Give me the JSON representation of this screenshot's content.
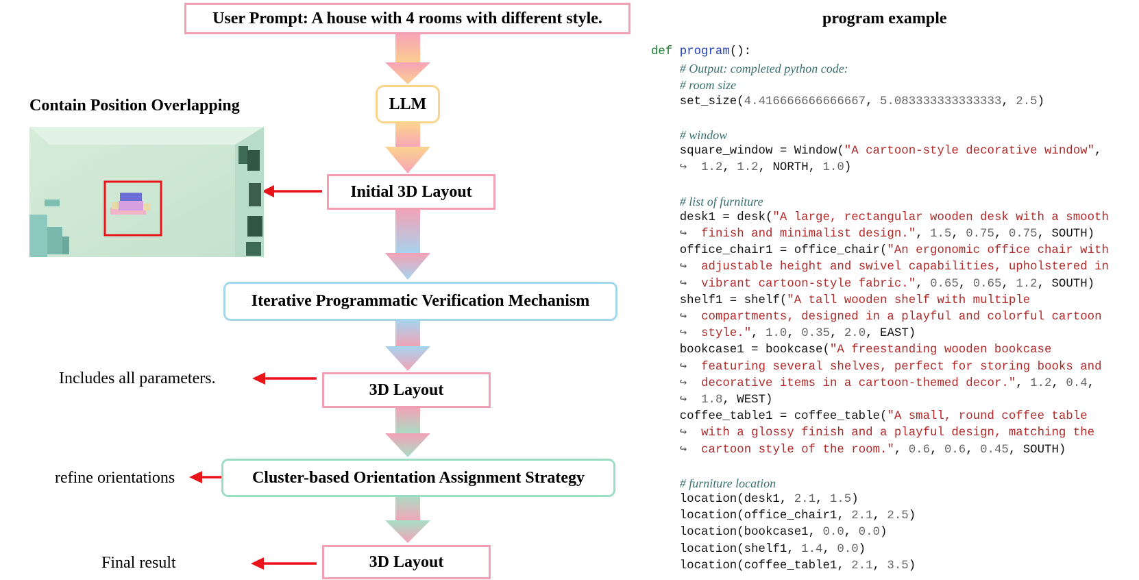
{
  "diagram": {
    "prompt_box": "User Prompt: A house with 4 rooms with different style.",
    "llm_box": "LLM",
    "initial_layout_box": "Initial 3D Layout",
    "verification_box": "Iterative Programmatic Verification Mechanism",
    "layout_box_1": "3D Layout",
    "orientation_box": "Cluster-based Orientation Assignment Strategy",
    "layout_box_2": "3D Layout",
    "overlap_title": "Contain Position Overlapping",
    "note_parameters": "Includes all parameters.",
    "note_refine": "refine orientations",
    "note_final": "Final result",
    "colors": {
      "pink": "#f1a0b3",
      "orange": "#fcd38d",
      "blue": "#a4d6ec",
      "green": "#9dddc4",
      "red_arrow": "#e8141a",
      "highlight_box": "#e8141a"
    }
  },
  "code_panel": {
    "title": "program example",
    "lines": [
      [
        [
          "kw",
          "def "
        ],
        [
          "fn",
          "program"
        ],
        [
          "tx",
          "():"
        ]
      ],
      [
        [
          "tx",
          "    "
        ],
        [
          "cm",
          "# Output: completed python code:"
        ]
      ],
      [
        [
          "tx",
          "    "
        ],
        [
          "cm",
          "# room size"
        ]
      ],
      [
        [
          "tx",
          "    set_size("
        ],
        [
          "nu",
          "4.416666666666667"
        ],
        [
          "tx",
          ", "
        ],
        [
          "nu",
          "5.083333333333333"
        ],
        [
          "tx",
          ", "
        ],
        [
          "nu",
          "2.5"
        ],
        [
          "tx",
          ")"
        ]
      ],
      [
        [
          "tx",
          ""
        ]
      ],
      [
        [
          "tx",
          "    "
        ],
        [
          "cm",
          "# window"
        ]
      ],
      [
        [
          "tx",
          "    square_window = Window("
        ],
        [
          "st",
          "\"A cartoon-style decorative window\""
        ],
        [
          "tx",
          ","
        ]
      ],
      [
        [
          "cont",
          "    ↪  "
        ],
        [
          "nu",
          "1.2"
        ],
        [
          "tx",
          ", "
        ],
        [
          "nu",
          "1.2"
        ],
        [
          "tx",
          ", NORTH, "
        ],
        [
          "nu",
          "1.0"
        ],
        [
          "tx",
          ")"
        ]
      ],
      [
        [
          "tx",
          ""
        ]
      ],
      [
        [
          "tx",
          "    "
        ],
        [
          "cm",
          "# list of furniture"
        ]
      ],
      [
        [
          "tx",
          "    desk1 = desk("
        ],
        [
          "st",
          "\"A large, rectangular wooden desk with a smooth"
        ]
      ],
      [
        [
          "cont",
          "    ↪  "
        ],
        [
          "st",
          "finish and minimalist design.\""
        ],
        [
          "tx",
          ", "
        ],
        [
          "nu",
          "1.5"
        ],
        [
          "tx",
          ", "
        ],
        [
          "nu",
          "0.75"
        ],
        [
          "tx",
          ", "
        ],
        [
          "nu",
          "0.75"
        ],
        [
          "tx",
          ", SOUTH)"
        ]
      ],
      [
        [
          "tx",
          "    office_chair1 = office_chair("
        ],
        [
          "st",
          "\"An ergonomic office chair with"
        ]
      ],
      [
        [
          "cont",
          "    ↪  "
        ],
        [
          "st",
          "adjustable height and swivel capabilities, upholstered in"
        ]
      ],
      [
        [
          "cont",
          "    ↪  "
        ],
        [
          "st",
          "vibrant cartoon-style fabric.\""
        ],
        [
          "tx",
          ", "
        ],
        [
          "nu",
          "0.65"
        ],
        [
          "tx",
          ", "
        ],
        [
          "nu",
          "0.65"
        ],
        [
          "tx",
          ", "
        ],
        [
          "nu",
          "1.2"
        ],
        [
          "tx",
          ", SOUTH)"
        ]
      ],
      [
        [
          "tx",
          "    shelf1 = shelf("
        ],
        [
          "st",
          "\"A tall wooden shelf with multiple"
        ]
      ],
      [
        [
          "cont",
          "    ↪  "
        ],
        [
          "st",
          "compartments, designed in a playful and colorful cartoon"
        ]
      ],
      [
        [
          "cont",
          "    ↪  "
        ],
        [
          "st",
          "style.\""
        ],
        [
          "tx",
          ", "
        ],
        [
          "nu",
          "1.0"
        ],
        [
          "tx",
          ", "
        ],
        [
          "nu",
          "0.35"
        ],
        [
          "tx",
          ", "
        ],
        [
          "nu",
          "2.0"
        ],
        [
          "tx",
          ", EAST)"
        ]
      ],
      [
        [
          "tx",
          "    bookcase1 = bookcase("
        ],
        [
          "st",
          "\"A freestanding wooden bookcase"
        ]
      ],
      [
        [
          "cont",
          "    ↪  "
        ],
        [
          "st",
          "featuring several shelves, perfect for storing books and"
        ]
      ],
      [
        [
          "cont",
          "    ↪  "
        ],
        [
          "st",
          "decorative items in a cartoon-themed decor.\""
        ],
        [
          "tx",
          ", "
        ],
        [
          "nu",
          "1.2"
        ],
        [
          "tx",
          ", "
        ],
        [
          "nu",
          "0.4"
        ],
        [
          "tx",
          ","
        ]
      ],
      [
        [
          "cont",
          "    ↪  "
        ],
        [
          "nu",
          "1.8"
        ],
        [
          "tx",
          ", WEST)"
        ]
      ],
      [
        [
          "tx",
          "    coffee_table1 = coffee_table("
        ],
        [
          "st",
          "\"A small, round coffee table"
        ]
      ],
      [
        [
          "cont",
          "    ↪  "
        ],
        [
          "st",
          "with a glossy finish and a playful design, matching the"
        ]
      ],
      [
        [
          "cont",
          "    ↪  "
        ],
        [
          "st",
          "cartoon style of the room.\""
        ],
        [
          "tx",
          ", "
        ],
        [
          "nu",
          "0.6"
        ],
        [
          "tx",
          ", "
        ],
        [
          "nu",
          "0.6"
        ],
        [
          "tx",
          ", "
        ],
        [
          "nu",
          "0.45"
        ],
        [
          "tx",
          ", SOUTH)"
        ]
      ],
      [
        [
          "tx",
          ""
        ]
      ],
      [
        [
          "tx",
          "    "
        ],
        [
          "cm",
          "# furniture location"
        ]
      ],
      [
        [
          "tx",
          "    location(desk1, "
        ],
        [
          "nu",
          "2.1"
        ],
        [
          "tx",
          ", "
        ],
        [
          "nu",
          "1.5"
        ],
        [
          "tx",
          ")"
        ]
      ],
      [
        [
          "tx",
          "    location(office_chair1, "
        ],
        [
          "nu",
          "2.1"
        ],
        [
          "tx",
          ", "
        ],
        [
          "nu",
          "2.5"
        ],
        [
          "tx",
          ")"
        ]
      ],
      [
        [
          "tx",
          "    location(bookcase1, "
        ],
        [
          "nu",
          "0.0"
        ],
        [
          "tx",
          ", "
        ],
        [
          "nu",
          "0.0"
        ],
        [
          "tx",
          ")"
        ]
      ],
      [
        [
          "tx",
          "    location(shelf1, "
        ],
        [
          "nu",
          "1.4"
        ],
        [
          "tx",
          ", "
        ],
        [
          "nu",
          "0.0"
        ],
        [
          "tx",
          ")"
        ]
      ],
      [
        [
          "tx",
          "    location(coffee_table1, "
        ],
        [
          "nu",
          "2.1"
        ],
        [
          "tx",
          ", "
        ],
        [
          "nu",
          "3.5"
        ],
        [
          "tx",
          ")"
        ]
      ]
    ]
  }
}
